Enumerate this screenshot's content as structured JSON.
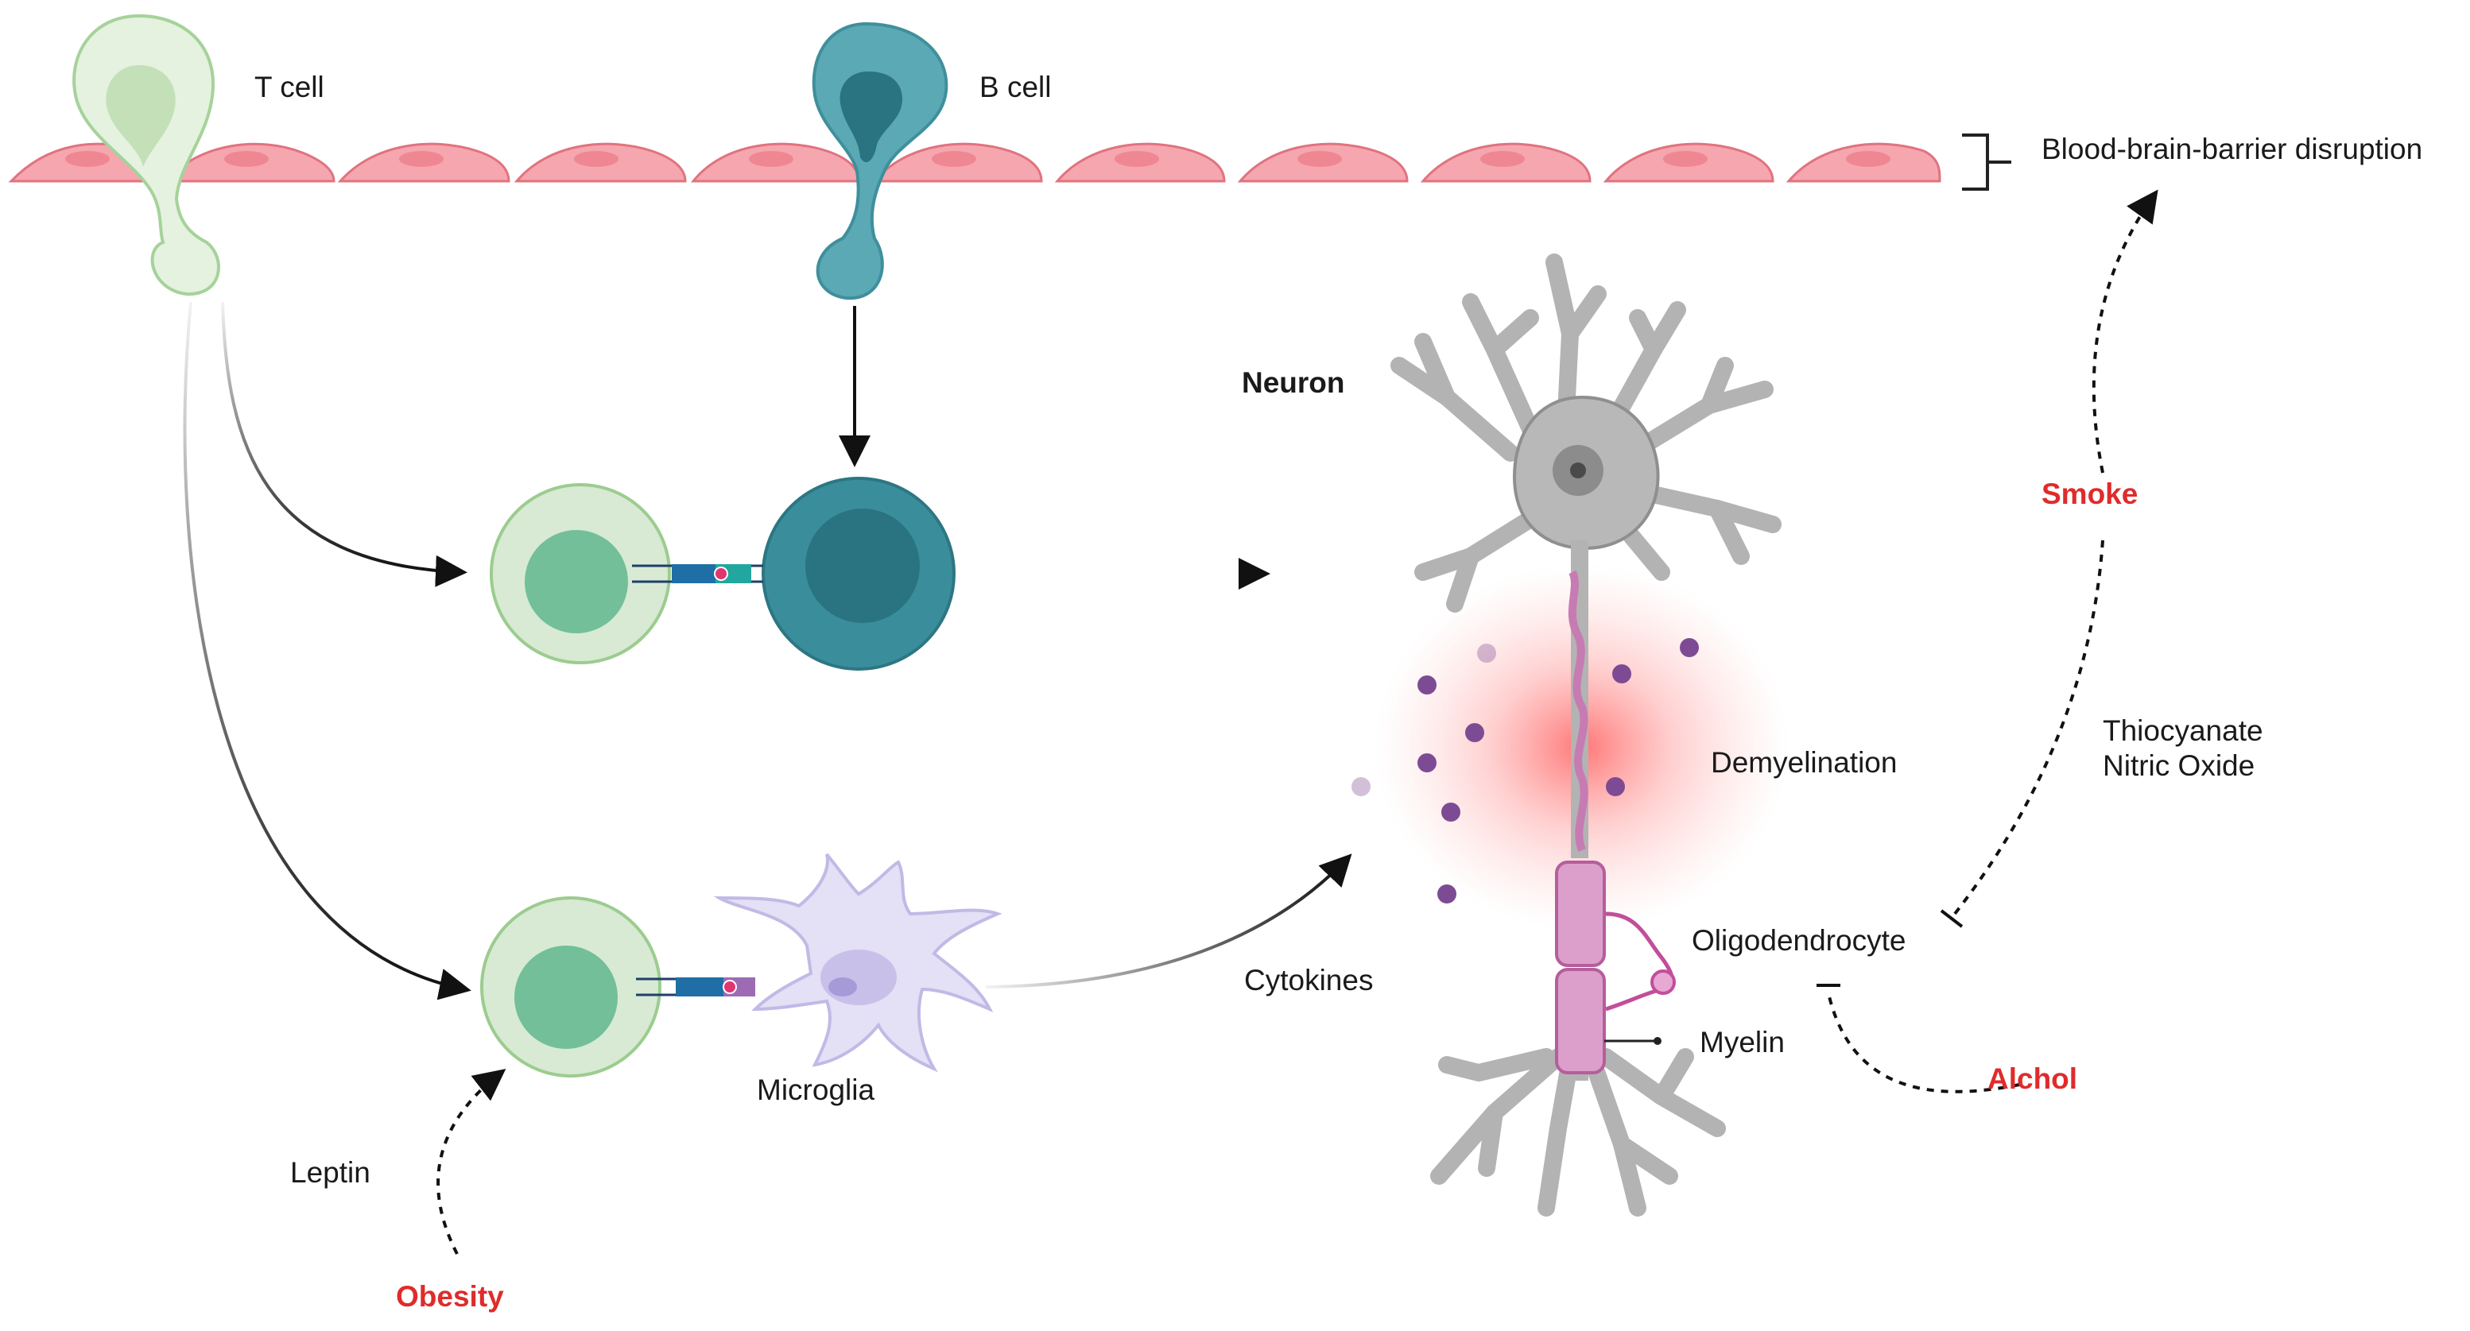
{
  "colors": {
    "endothelium": "#f49aa5",
    "t_cell": "#7cc49c",
    "b_cell": "#2f8593",
    "microglia": "#d4cdee",
    "neuron": "#a8a8a8",
    "myelin": "#d882bd",
    "cytokine": "#7d4b93",
    "risk_factor": "#e02b2b",
    "inflammation": "#ff5a5a"
  },
  "labels": {
    "t_cell": "T cell",
    "b_cell": "B cell",
    "bbb": "Blood-brain-barrier disruption",
    "neuron": "Neuron",
    "smoke": "Smoke",
    "demyelination": "Demyelination",
    "thiocyanate": "Thiocyanate",
    "nitric_oxide": "Nitric Oxide",
    "oligodendrocyte": "Oligodendrocyte",
    "cytokines": "Cytokines",
    "myelin": "Myelin",
    "alcohol": "Alchol",
    "microglia": "Microglia",
    "leptin": "Leptin",
    "obesity": "Obesity"
  },
  "icons": [
    "t-cell-icon",
    "b-cell-icon",
    "endothelial-cell-icon",
    "neuron-icon",
    "microglia-icon",
    "oligodendrocyte-icon",
    "cytokine-icon",
    "receptor-complex-icon"
  ]
}
